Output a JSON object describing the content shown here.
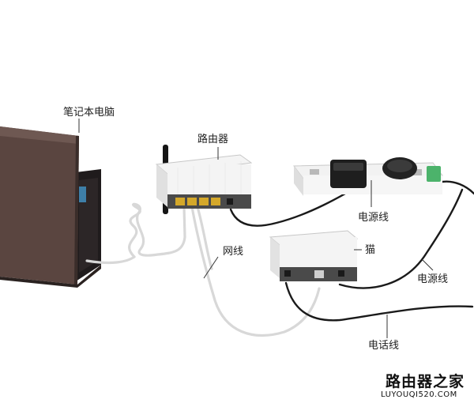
{
  "labels": {
    "laptop": "笔记本电脑",
    "router": "路由器",
    "power_cord_1": "电源线",
    "network_cable": "网线",
    "modem": "猫",
    "power_cord_2": "电源线",
    "phone_line": "电话线"
  },
  "watermark": {
    "brand": "路由器之家",
    "url": "LUYOUQI520.COM"
  },
  "colors": {
    "background": "#ffffff",
    "laptop_body": "#5a4540",
    "device_body": "#f4f4f4",
    "cable_white": "#d8d8d8",
    "cable_black": "#1a1a1a",
    "leader_line": "#333333"
  }
}
